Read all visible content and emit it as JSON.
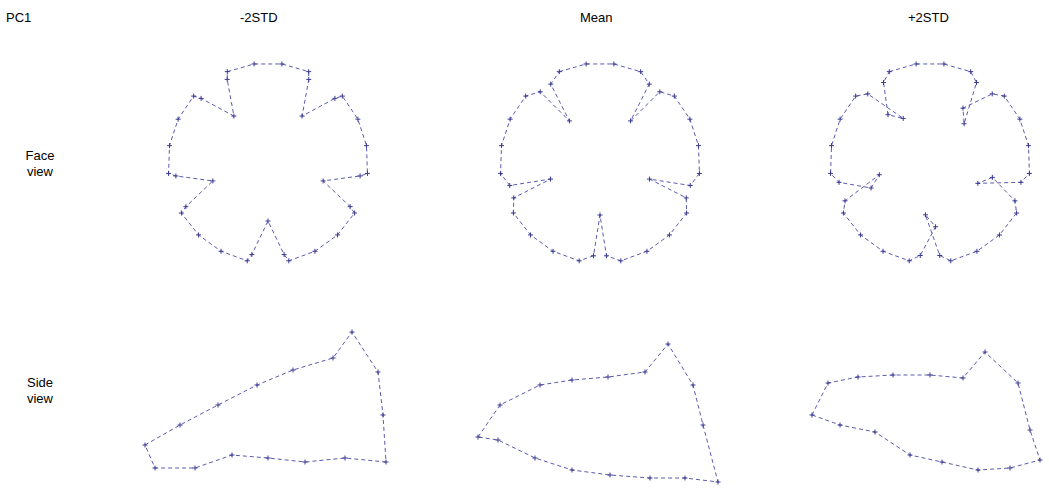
{
  "diagram": {
    "labels": [
      "PC1",
      "-2STD",
      "Mean",
      "+2STD",
      "Face view",
      "Side view"
    ]
  }
}
